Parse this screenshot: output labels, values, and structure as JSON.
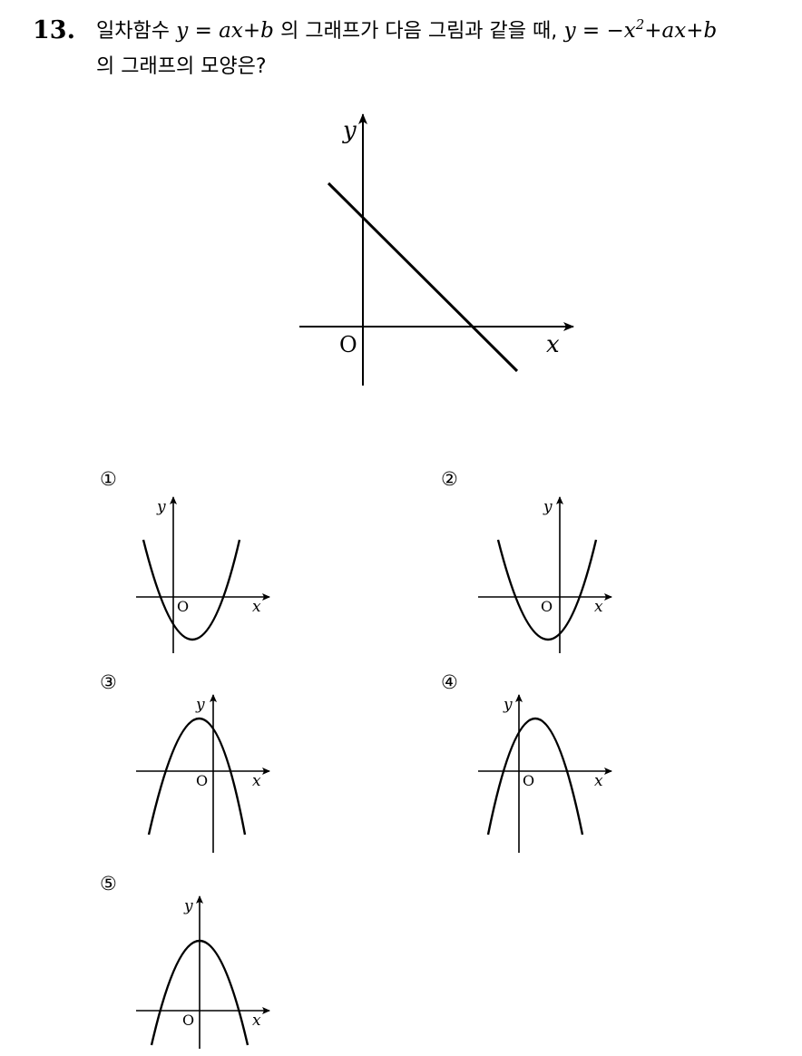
{
  "question": {
    "number": "13.",
    "line1_pre": "일차함수",
    "line1_linear": "y = ax+b",
    "line1_mid": "의 그래프가 다음 그림과 같을 때,",
    "line1_quad_pre": "y = −x",
    "line1_quad_exp": "2",
    "line1_quad_post": "+ax+b",
    "line2": "의 그래프의 모양은?"
  },
  "axis_labels": {
    "x": "x",
    "y": "y",
    "origin": "O"
  },
  "choices": [
    {
      "label": "①",
      "shape": "upward-parabola",
      "vertex": "lower-right"
    },
    {
      "label": "②",
      "shape": "upward-parabola",
      "vertex": "lower-left"
    },
    {
      "label": "③",
      "shape": "downward-parabola",
      "vertex": "upper-left"
    },
    {
      "label": "④",
      "shape": "downward-parabola",
      "vertex": "upper-right"
    },
    {
      "label": "⑤",
      "shape": "downward-parabola",
      "vertex": "on-y-axis"
    }
  ]
}
